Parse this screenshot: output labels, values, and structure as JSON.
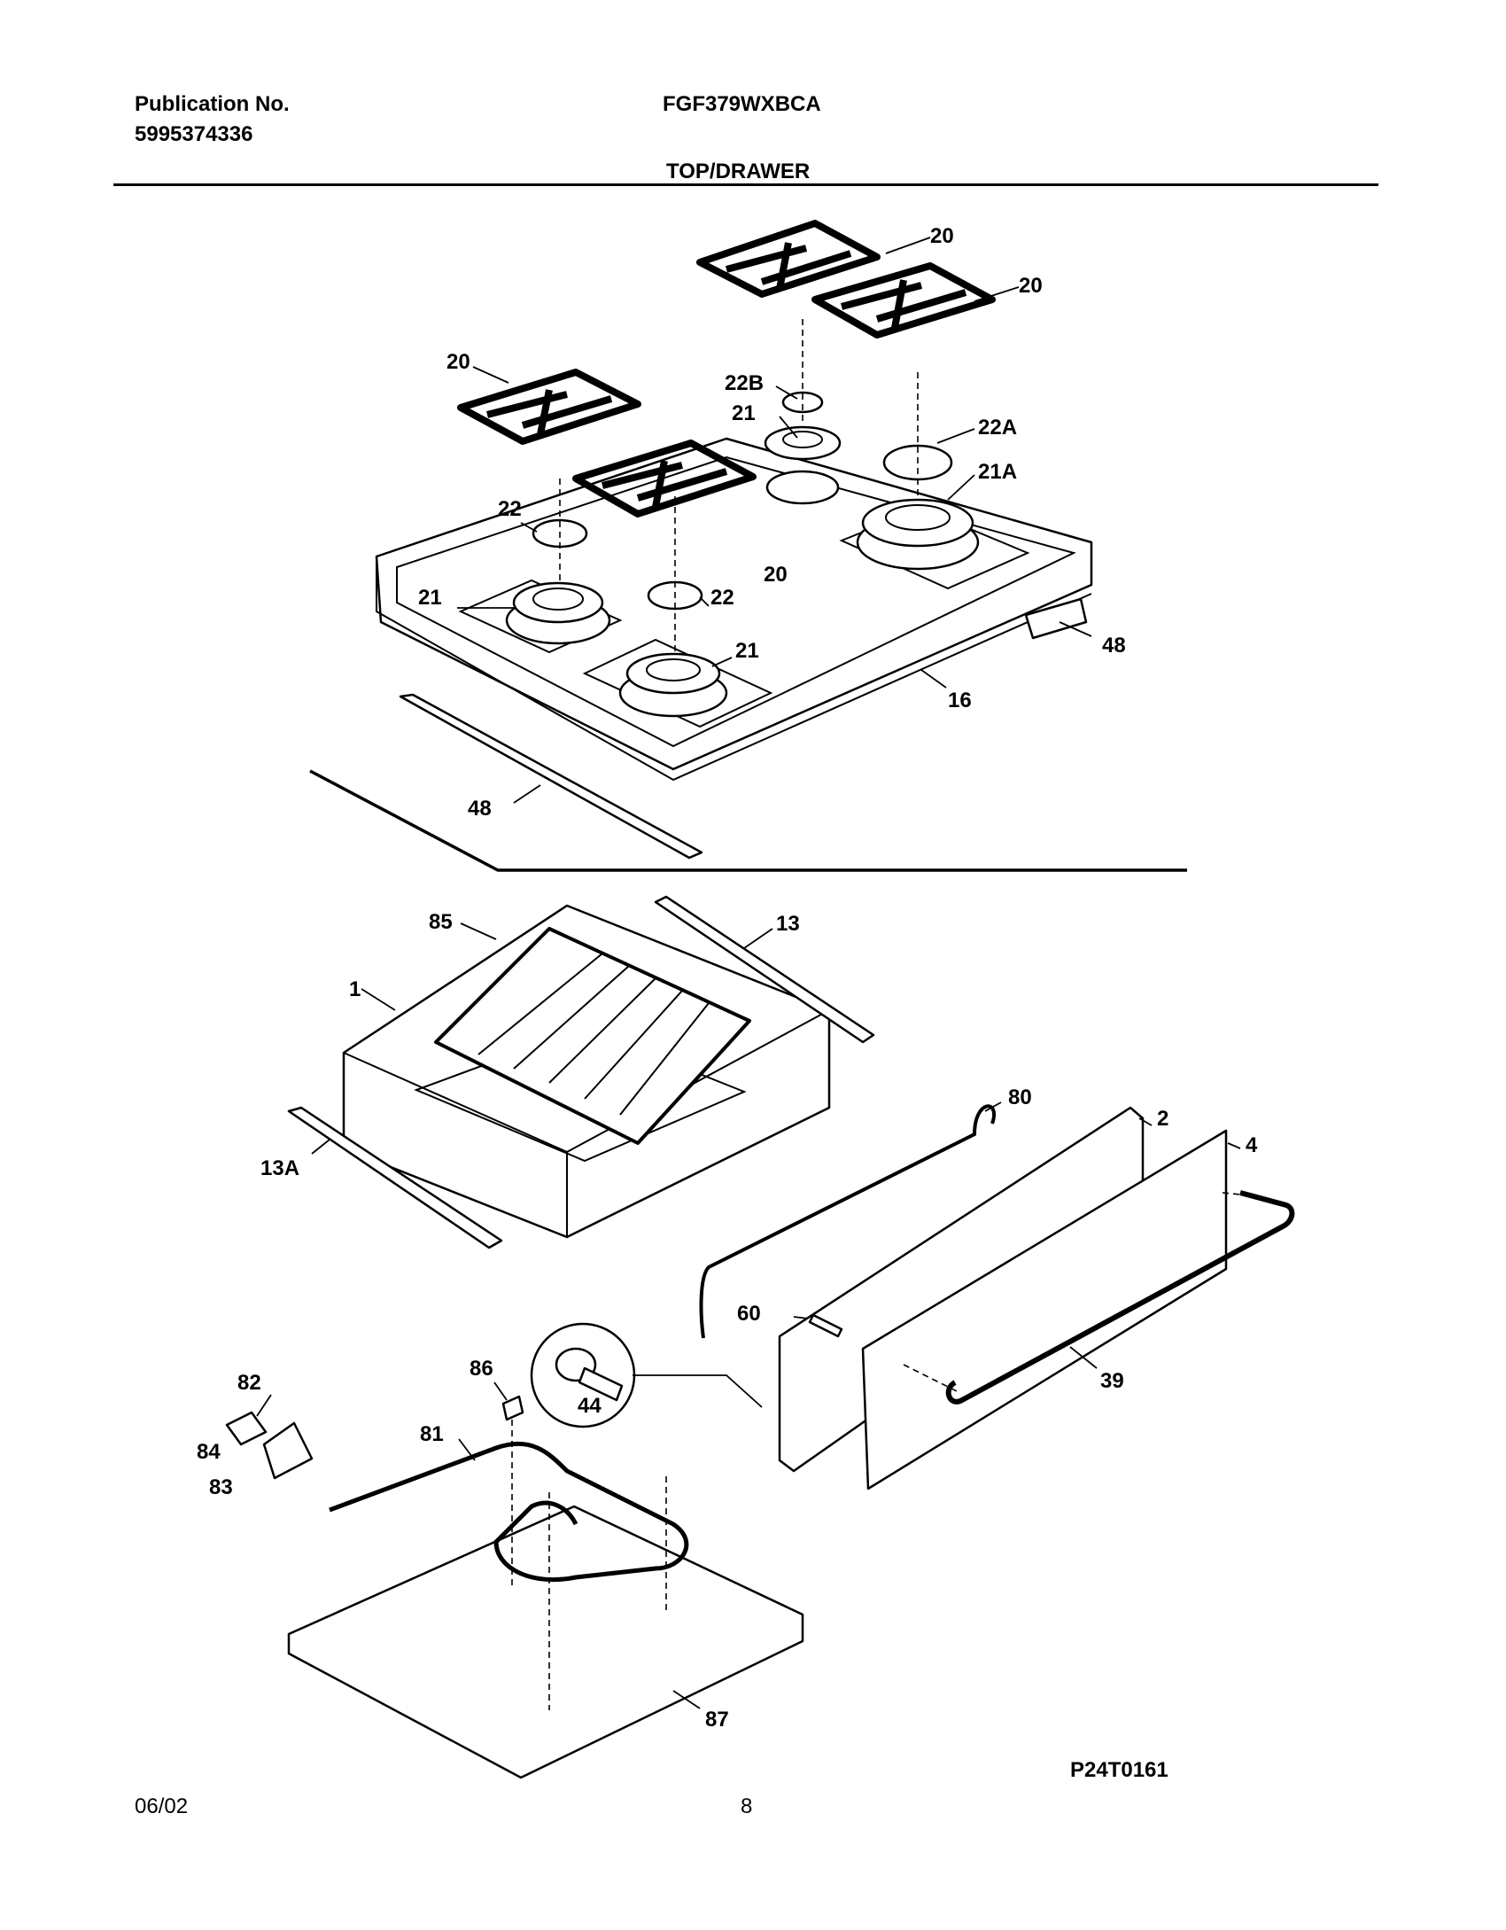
{
  "header": {
    "publication_label": "Publication No.",
    "publication_number": "5995374336",
    "model": "FGF379WXBCA",
    "section_title": "TOP/DRAWER"
  },
  "footer": {
    "date": "06/02",
    "page_number": "8",
    "diagram_id": "P24T0161"
  },
  "callouts": {
    "c20a": "20",
    "c20b": "20",
    "c20c": "20",
    "c20d": "20",
    "c22b": "22B",
    "c21a_top": "21",
    "c22a": "22A",
    "c21A": "21A",
    "c22_left": "22",
    "c21_left": "21",
    "c22_mid": "22",
    "c21_front": "21",
    "c48_right": "48",
    "c16": "16",
    "c48_left": "48",
    "c85": "85",
    "c13": "13",
    "c1": "1",
    "c13A": "13A",
    "c80": "80",
    "c2": "2",
    "c4": "4",
    "c60": "60",
    "c44": "44",
    "c39": "39",
    "c82": "82",
    "c86": "86",
    "c84": "84",
    "c83": "83",
    "c81": "81",
    "c87": "87"
  }
}
